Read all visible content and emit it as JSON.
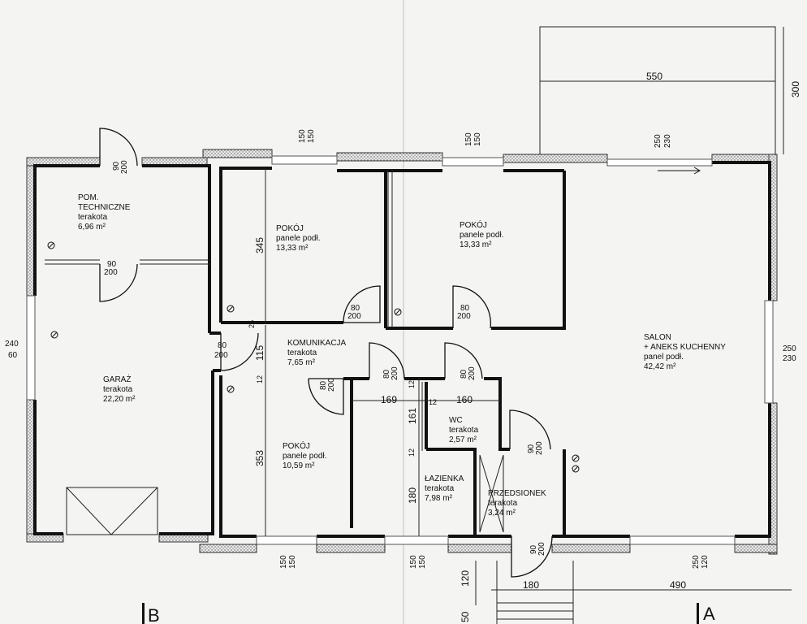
{
  "rooms": [
    {
      "name": "POM.\nTECHNICZNE",
      "floor": "terakota",
      "area": "6,96 m²"
    },
    {
      "name": "GARAŻ",
      "floor": "terakota",
      "area": "22,20 m²"
    },
    {
      "name": "POKÓJ",
      "floor": "panele podł.",
      "area": "13,33 m²"
    },
    {
      "name": "POKÓJ",
      "floor": "panele podł.",
      "area": "13,33 m²"
    },
    {
      "name": "KOMUNIKACJA",
      "floor": "terakota",
      "area": "7,65 m²"
    },
    {
      "name": "POKÓJ",
      "floor": "panele podł.",
      "area": "10,59 m²"
    },
    {
      "name": "WC",
      "floor": "terakota",
      "area": "2,57 m²"
    },
    {
      "name": "ŁAZIENKA",
      "floor": "terakota",
      "area": "7,98 m²"
    },
    {
      "name": "PRZEDSIONEK",
      "floor": "terakota",
      "area": "3,24 m²"
    },
    {
      "name": "SALON\n+ ANEKS KUCHENNY",
      "floor": "panel podł.",
      "area": "42,42 m²"
    }
  ],
  "door_labels": [
    "90\n200",
    "90\n200",
    "80\n200",
    "80\n200",
    "80\n200",
    "80\n200",
    "80\n200",
    "80\n200",
    "90\n200",
    "90\n200"
  ],
  "dimensions": [
    "550",
    "300",
    "345",
    "115",
    "353",
    "169",
    "160",
    "161",
    "180",
    "180",
    "490",
    "120",
    "50",
    "25",
    "12",
    "12",
    "12",
    "12"
  ],
  "window_labels": [
    "150\n150",
    "150\n150",
    "250\n230",
    "240\n60",
    "250\n230",
    "150\n150",
    "150\n150",
    "250\n120"
  ],
  "section_labels": [
    "B",
    "A"
  ]
}
